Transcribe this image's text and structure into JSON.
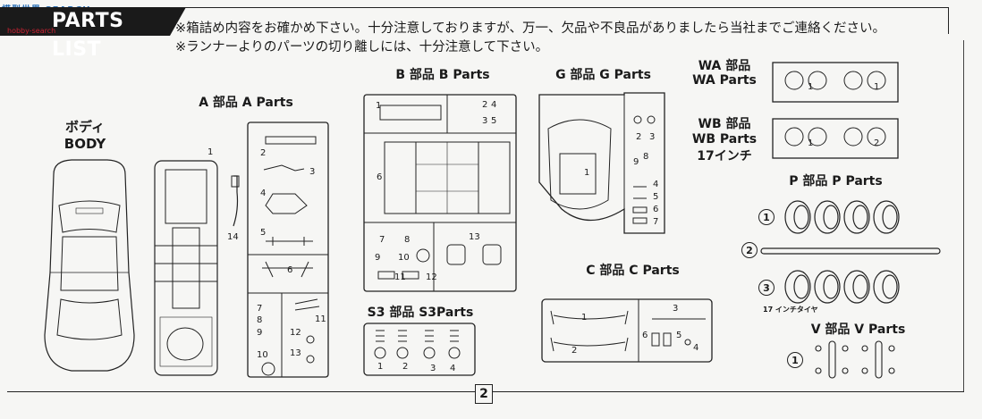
{
  "header": {
    "title": "PARTS LIST",
    "watermark": "模型世界 SEARCH",
    "watermark_sub": "hobby-search"
  },
  "notices": [
    "※箱詰め内容をお確かめ下さい。十分注意しておりますが、万一、欠品や不良品がありましたら当社までご連絡ください。",
    "※ランナーよりのパーツの切り離しには、十分注意して下さい。"
  ],
  "body": {
    "label_jp": "ボディ",
    "label_en": "BODY"
  },
  "a_parts": {
    "label": "A 部品 A Parts",
    "numbers": [
      "1",
      "14",
      "2",
      "3",
      "4",
      "5",
      "6",
      "7",
      "8",
      "9",
      "10",
      "11",
      "12",
      "13"
    ]
  },
  "b_parts": {
    "label": "B 部品 B Parts",
    "numbers": [
      "1",
      "2",
      "4",
      "3",
      "5",
      "6",
      "7",
      "8",
      "9",
      "10",
      "11",
      "12",
      "13"
    ]
  },
  "g_parts": {
    "label": "G 部品 G Parts",
    "numbers": [
      "1",
      "2",
      "3",
      "8",
      "9",
      "4",
      "5",
      "6",
      "7"
    ]
  },
  "s3_parts": {
    "label": "S3 部品 S3Parts",
    "numbers": [
      "1",
      "2",
      "3",
      "4"
    ]
  },
  "c_parts": {
    "label": "C 部品 C Parts",
    "numbers": [
      "1",
      "2",
      "3",
      "6",
      "5",
      "4"
    ]
  },
  "wa_parts": {
    "label_jp": "WA 部品",
    "label_en": "WA Parts",
    "numbers": [
      "1",
      "1"
    ]
  },
  "wb_parts": {
    "label_jp": "WB 部品",
    "label_en": "WB Parts",
    "size": "17インチ",
    "numbers": [
      "1",
      "2"
    ]
  },
  "p_parts": {
    "label": "P 部品 P Parts",
    "markers": [
      "1",
      "2",
      "3"
    ],
    "tire_note": "17 インチタイヤ"
  },
  "v_parts": {
    "label": "V 部品 V Parts",
    "marker": "1"
  },
  "page": {
    "number": "2"
  }
}
